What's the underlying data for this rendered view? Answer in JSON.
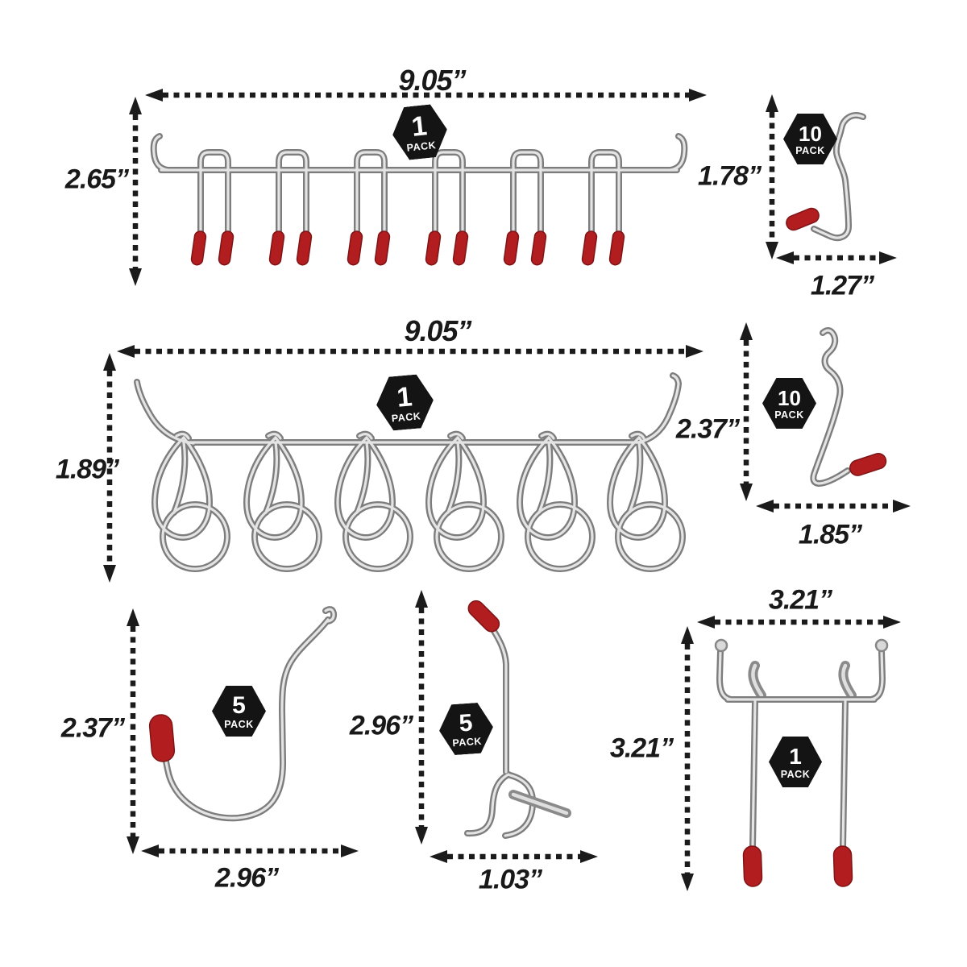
{
  "figure": {
    "name": "pegboard-hook-assortment-dimension-diagram"
  },
  "items": [
    {
      "name": "tool-holder-rail-u-prongs",
      "pack_qty": "1",
      "pack_word": "PACK",
      "width_label": "9.05”",
      "height_label": "2.65”"
    },
    {
      "name": "curved-peg-hook-small",
      "pack_qty": "10",
      "pack_word": "PACK",
      "width_label": "1.27”",
      "height_label": "1.78”"
    },
    {
      "name": "hanger-rail-loop-rings",
      "pack_qty": "1",
      "pack_word": "PACK",
      "width_label": "9.05”",
      "height_label": "1.89”"
    },
    {
      "name": "angled-peg-hook",
      "pack_qty": "10",
      "pack_word": "PACK",
      "width_label": "1.85”",
      "height_label": "2.37”"
    },
    {
      "name": "large-curve-j-hook",
      "pack_qty": "5",
      "pack_word": "PACK",
      "width_label": "2.96”",
      "height_label": "2.37”"
    },
    {
      "name": "vertical-arm-hook",
      "pack_qty": "5",
      "pack_word": "PACK",
      "width_label": "1.03”",
      "height_label": "2.96”"
    },
    {
      "name": "double-prong-hook",
      "pack_qty": "1",
      "pack_word": "PACK",
      "width_label": "3.21”",
      "height_label": "3.21”"
    }
  ],
  "colors": {
    "background": "#ffffff",
    "arrow": "#1b1b1b",
    "label_text": "#191919",
    "badge_bg": "#141414",
    "badge_text": "#ffffff",
    "metal_dark": "#7d7d7d",
    "metal_light": "#e4e4e4",
    "red_tip": "#b21d20"
  }
}
